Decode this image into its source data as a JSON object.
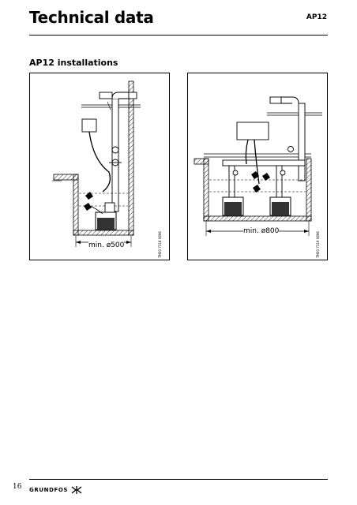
{
  "header": {
    "title": "Technical data",
    "code": "AP12"
  },
  "section": {
    "heading": "AP12 installations"
  },
  "figures": [
    {
      "dimension": "min. ø500",
      "code": "TM00 7318 0896"
    },
    {
      "dimension": "min. ø800",
      "code": "TM00 7319 0896"
    }
  ],
  "footer": {
    "page_number": "16",
    "brand": "GRUNDFOS",
    "logo_icon": "grundfos-man-icon"
  }
}
